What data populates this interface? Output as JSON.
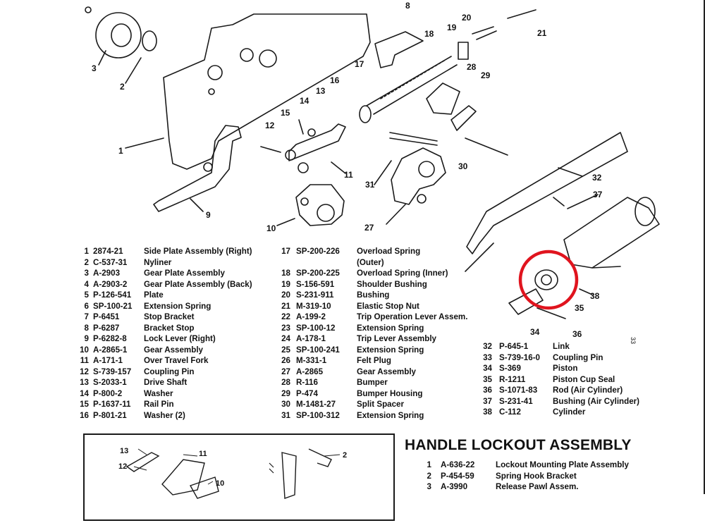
{
  "diagram": {
    "callouts": [
      "1",
      "2",
      "3",
      "8",
      "9",
      "10",
      "11",
      "12",
      "13",
      "14",
      "15",
      "16",
      "17",
      "18",
      "19",
      "20",
      "21",
      "27",
      "28",
      "29",
      "30",
      "31",
      "32",
      "34",
      "35",
      "36",
      "37",
      "38"
    ],
    "highlight_color": "#e0141e",
    "stray_mark": "33"
  },
  "parts_list": {
    "columns": [
      [
        {
          "no": "1",
          "part": "2874-21",
          "desc": "Side Plate Assembly (Right)"
        },
        {
          "no": "2",
          "part": "C-537-31",
          "desc": "Nyliner"
        },
        {
          "no": "3",
          "part": "A-2903",
          "desc": "Gear Plate Assembly"
        },
        {
          "no": "4",
          "part": "A-2903-2",
          "desc": "Gear Plate Assembly (Back)"
        },
        {
          "no": "5",
          "part": "P-126-541",
          "desc": "Plate"
        },
        {
          "no": "6",
          "part": "SP-100-21",
          "desc": "Extension Spring"
        },
        {
          "no": "7",
          "part": "P-6451",
          "desc": "Stop Bracket"
        },
        {
          "no": "8",
          "part": "P-6287",
          "desc": "Bracket Stop"
        },
        {
          "no": "9",
          "part": "P-6282-8",
          "desc": "Lock Lever (Right)"
        },
        {
          "no": "10",
          "part": "A-2865-1",
          "desc": "Gear Assembly"
        },
        {
          "no": "11",
          "part": "A-171-1",
          "desc": "Over Travel Fork"
        },
        {
          "no": "12",
          "part": "S-739-157",
          "desc": "Coupling Pin"
        },
        {
          "no": "13",
          "part": "S-2033-1",
          "desc": "Drive Shaft"
        },
        {
          "no": "14",
          "part": "P-800-2",
          "desc": "Washer"
        },
        {
          "no": "15",
          "part": "P-1637-11",
          "desc": "Rail Pin"
        },
        {
          "no": "16",
          "part": "P-801-21",
          "desc": "Washer (2)"
        }
      ],
      [
        {
          "no": "17",
          "part": "SP-200-226",
          "desc": "Overload Spring"
        },
        {
          "no": "",
          "part": "",
          "desc": "(Outer)"
        },
        {
          "no": "18",
          "part": "SP-200-225",
          "desc": "Overload Spring (Inner)"
        },
        {
          "no": "19",
          "part": "S-156-591",
          "desc": "Shoulder Bushing"
        },
        {
          "no": "20",
          "part": "S-231-911",
          "desc": "Bushing"
        },
        {
          "no": "21",
          "part": "M-319-10",
          "desc": "Elastic Stop Nut"
        },
        {
          "no": "22",
          "part": "A-199-2",
          "desc": "Trip Operation Lever Assem."
        },
        {
          "no": "23",
          "part": "SP-100-12",
          "desc": "Extension Spring"
        },
        {
          "no": "24",
          "part": "A-178-1",
          "desc": "Trip Lever Assembly"
        },
        {
          "no": "25",
          "part": "SP-100-241",
          "desc": "Extension Spring"
        },
        {
          "no": "26",
          "part": "M-331-1",
          "desc": "Felt Plug"
        },
        {
          "no": "27",
          "part": "A-2865",
          "desc": "Gear Assembly"
        },
        {
          "no": "28",
          "part": "R-116",
          "desc": "Bumper"
        },
        {
          "no": "29",
          "part": "P-474",
          "desc": "Bumper Housing"
        },
        {
          "no": "30",
          "part": "M-1481-27",
          "desc": "Split Spacer"
        },
        {
          "no": "31",
          "part": "SP-100-312",
          "desc": "Extension Spring"
        }
      ],
      [
        {
          "no": "32",
          "part": "P-645-1",
          "desc": "Link"
        },
        {
          "no": "33",
          "part": "S-739-16-0",
          "desc": "Coupling Pin"
        },
        {
          "no": "34",
          "part": "S-369",
          "desc": "Piston"
        },
        {
          "no": "35",
          "part": "R-1211",
          "desc": "Piston Cup Seal"
        },
        {
          "no": "36",
          "part": "S-1071-83",
          "desc": "Rod (Air Cylinder)"
        },
        {
          "no": "37",
          "part": "S-231-41",
          "desc": "Bushing (Air Cylinder)"
        },
        {
          "no": "38",
          "part": "C-112",
          "desc": "Cylinder"
        }
      ]
    ]
  },
  "handle_lockout": {
    "title": "HANDLE LOCKOUT ASSEMBLY",
    "parts": [
      {
        "no": "1",
        "part": "A-636-22",
        "desc": "Lockout Mounting Plate Assembly"
      },
      {
        "no": "2",
        "part": "P-454-59",
        "desc": "Spring Hook Bracket"
      },
      {
        "no": "3",
        "part": "A-3990",
        "desc": "Release Pawl Assem."
      }
    ],
    "inset_callouts": [
      "13",
      "12",
      "11",
      "10",
      "2"
    ]
  }
}
